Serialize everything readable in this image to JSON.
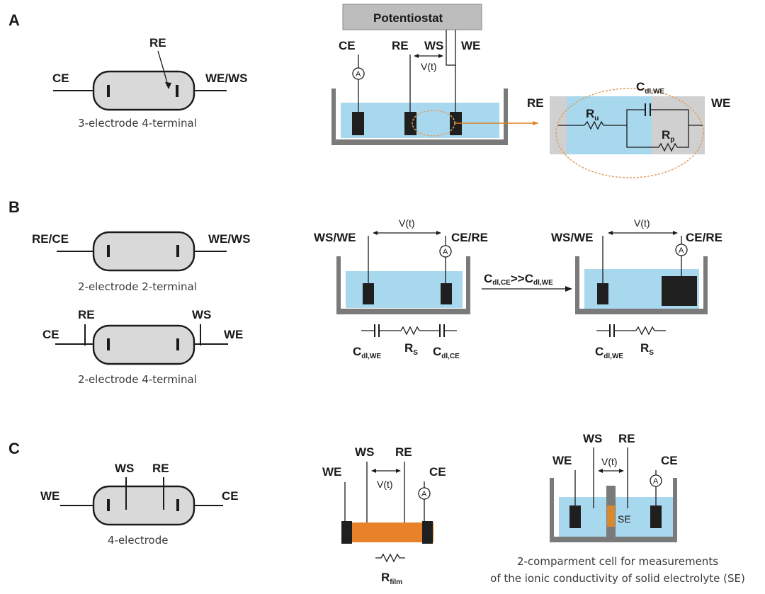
{
  "panels": {
    "a": "A",
    "b": "B",
    "c": "C"
  },
  "panel_a": {
    "schematic": {
      "ce": "CE",
      "re": "RE",
      "we_ws": "WE/WS",
      "caption": "3-electrode 4-terminal"
    },
    "potentiostat": "Potentiostat",
    "electrodes": {
      "ce": "CE",
      "re": "RE",
      "ws": "WS",
      "we": "WE"
    },
    "voltage": "V(t)",
    "ammeter": "A",
    "circuit": {
      "re": "RE",
      "we": "WE",
      "ru": "R",
      "ru_sub": "u",
      "cdl": "C",
      "cdl_sub": "dl,WE",
      "rp": "R",
      "rp_sub": "p"
    }
  },
  "panel_b": {
    "schematic_2t": {
      "left": "RE/CE",
      "right": "WE/WS",
      "caption": "2-electrode 2-terminal"
    },
    "schematic_4t": {
      "ce": "CE",
      "re": "RE",
      "ws": "WS",
      "we": "WE",
      "caption": "2-electrode 4-terminal"
    },
    "cell1": {
      "left": "WS/WE",
      "right": "CE/RE",
      "voltage": "V(t)",
      "ammeter": "A",
      "c1": "C",
      "c1_sub": "dl,WE",
      "rs": "R",
      "rs_sub": "S",
      "c2": "C",
      "c2_sub": "dl,CE"
    },
    "arrow": {
      "c_ce": "C",
      "c_ce_sub": "dl,CE",
      "gg": ">>",
      "c_we": "C",
      "c_we_sub": "dl,WE"
    },
    "cell2": {
      "left": "WS/WE",
      "right": "CE/RE",
      "voltage": "V(t)",
      "ammeter": "A",
      "c1": "C",
      "c1_sub": "dl,WE",
      "rs": "R",
      "rs_sub": "S"
    }
  },
  "panel_c": {
    "schematic": {
      "we": "WE",
      "ws": "WS",
      "re": "RE",
      "ce": "CE",
      "caption": "4-electrode"
    },
    "film": {
      "we": "WE",
      "ws": "WS",
      "re": "RE",
      "ce": "CE",
      "voltage": "V(t)",
      "ammeter": "A",
      "r": "R",
      "r_sub": "film"
    },
    "two_comp": {
      "we": "WE",
      "ws": "WS",
      "re": "RE",
      "ce": "CE",
      "voltage": "V(t)",
      "ammeter": "A",
      "se": "SE",
      "caption_line1": "2-comparment cell for measurements",
      "caption_line2": "of the ionic conductivity of solid electrolyte (SE)"
    }
  },
  "colors": {
    "electrolyte": "#a8d8ee",
    "film": "#e8822a",
    "beaker": "#7a7a7a",
    "cell_body": "#d9d9d9",
    "connector": "#e0a060"
  }
}
